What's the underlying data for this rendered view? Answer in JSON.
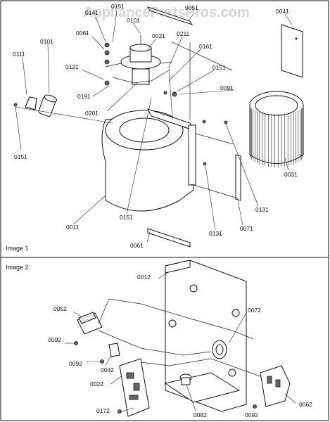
{
  "watermark": "AppliancePartsPros.com",
  "panels": [
    {
      "label": "Image 1"
    },
    {
      "label": "Image 2"
    }
  ],
  "labels": {
    "p0141": "0141",
    "p0151a": "0151",
    "p0101b": "0101",
    "p0051": "0051",
    "p0041": "0041",
    "p0061a": "0061",
    "p0021": "0021",
    "p0211": "0211",
    "p0111": "0111",
    "p0101": "0101",
    "p0161": "0161",
    "p0121": "0121",
    "p0151b": "0151",
    "p0091": "0091",
    "p0191": "0191",
    "p0201": "0201",
    "p0151c": "0151",
    "p0031": "0031",
    "p0131a": "0131",
    "p0011": "0011",
    "p0151d": "0151",
    "p0131b": "0131",
    "p0071": "0071",
    "p0061b": "0061",
    "p0012": "0012",
    "p0052": "0052",
    "p0072": "0072",
    "p0092a": "0092",
    "p0092b": "0092",
    "p0042": "0042",
    "p0022": "0022",
    "p0082": "0082",
    "p0092c": "0092",
    "p0062": "0062",
    "p0172": "0172"
  }
}
